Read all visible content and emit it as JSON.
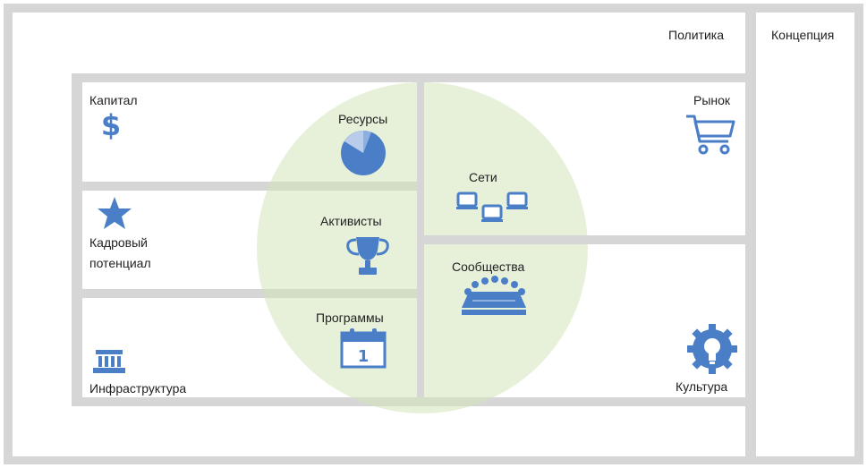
{
  "labels": {
    "politics": "Политика",
    "concept": "Концепция",
    "capital": "Капитал",
    "market": "Рынок",
    "resources": "Ресурсы",
    "networks": "Сети",
    "hr_line1": "Кадровый",
    "hr_line2": "потенциал",
    "activists": "Активисты",
    "communities": "Сообщества",
    "programs": "Программы",
    "infrastructure": "Инфраструктура",
    "culture": "Культура"
  },
  "icons": {
    "capital": "dollar-icon",
    "market": "shopping-cart-icon",
    "resources": "pie-chart-icon",
    "networks": "network-computers-icon",
    "hr": "star-icon",
    "activists": "trophy-icon",
    "communities": "people-meeting-icon",
    "programs": "calendar-icon",
    "infrastructure": "building-icon",
    "culture": "gear-lightbulb-icon"
  },
  "calendar_day": "1",
  "colors": {
    "accent": "#4a7fc8",
    "circle": "#d3e5bc",
    "frame": "#d6d6d6"
  }
}
